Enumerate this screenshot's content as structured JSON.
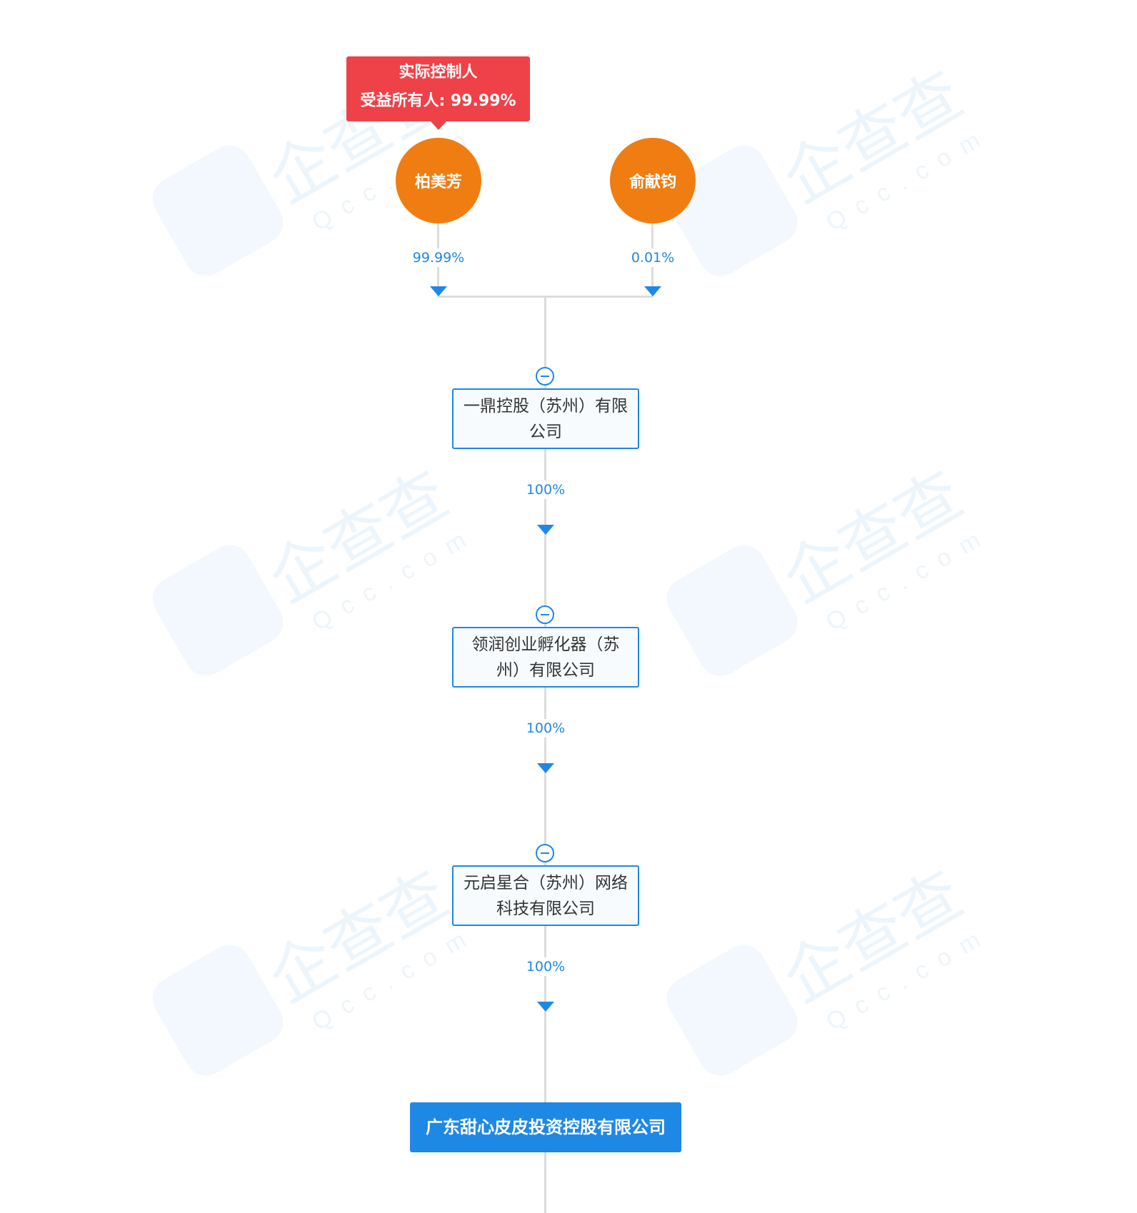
{
  "controller_badge": {
    "title": "实际控制人",
    "subtitle": "受益所有人: 99.99%"
  },
  "shareholders": [
    {
      "name": "柏美芳",
      "percent": "99.99%"
    },
    {
      "name": "俞献钧",
      "percent": "0.01%"
    }
  ],
  "companies": [
    {
      "name": "一鼎控股（苏州）有限公司",
      "percent": "100%"
    },
    {
      "name": "领润创业孵化器（苏州）有限公司",
      "percent": "100%"
    },
    {
      "name": "元启星合（苏州）网络科技有限公司",
      "percent": "100%"
    }
  ],
  "target_company": {
    "name": "广东甜心皮皮投资控股有限公司"
  },
  "watermark": {
    "text": "企查查",
    "domain": "Qcc.com"
  },
  "colors": {
    "accent": "#1e88e5",
    "person": "#f07d12",
    "badge": "#ef4148",
    "line": "#dcdcdc"
  }
}
